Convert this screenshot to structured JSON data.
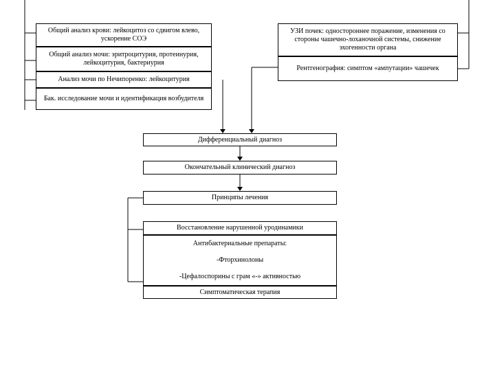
{
  "left_column": {
    "blood_test": "Общий анализ крови: лейкоцитоз со сдвигом влево, ускорение СОЭ",
    "urine_test": "Общий анализ мочи: эритроцитурия, протеинурия, лейкоцитурия, бактериурия",
    "nechiporenko": "Анализ мочи по Нечипоренко: лейкоцитурия",
    "bacterial": "Бак. исследование мочи и идентификация возбудителя"
  },
  "right_column": {
    "ultrasound": "УЗИ почек: одностороннее поражение, изменения со стороны чашечно-лоханочной системы, снижение эхогенности органа",
    "xray": "Рентгенография: симптом «ампутации» чашечек"
  },
  "flow": {
    "differential": "Дифференциальный диагноз",
    "final_diagnosis": "Окончательный клинический диагноз",
    "treatment_principles": "Принципы лечения"
  },
  "treatment": {
    "urodynamics": "Восстановление нарушенной уродинамики",
    "antibacterial": "Антибактериальные препараты:",
    "fluoroquinolones": "-Фторхинолоны",
    "cephalosporins": "-Цефалоспорины с грам «-» активностью",
    "symptomatic": "Симптоматическая терапия"
  }
}
